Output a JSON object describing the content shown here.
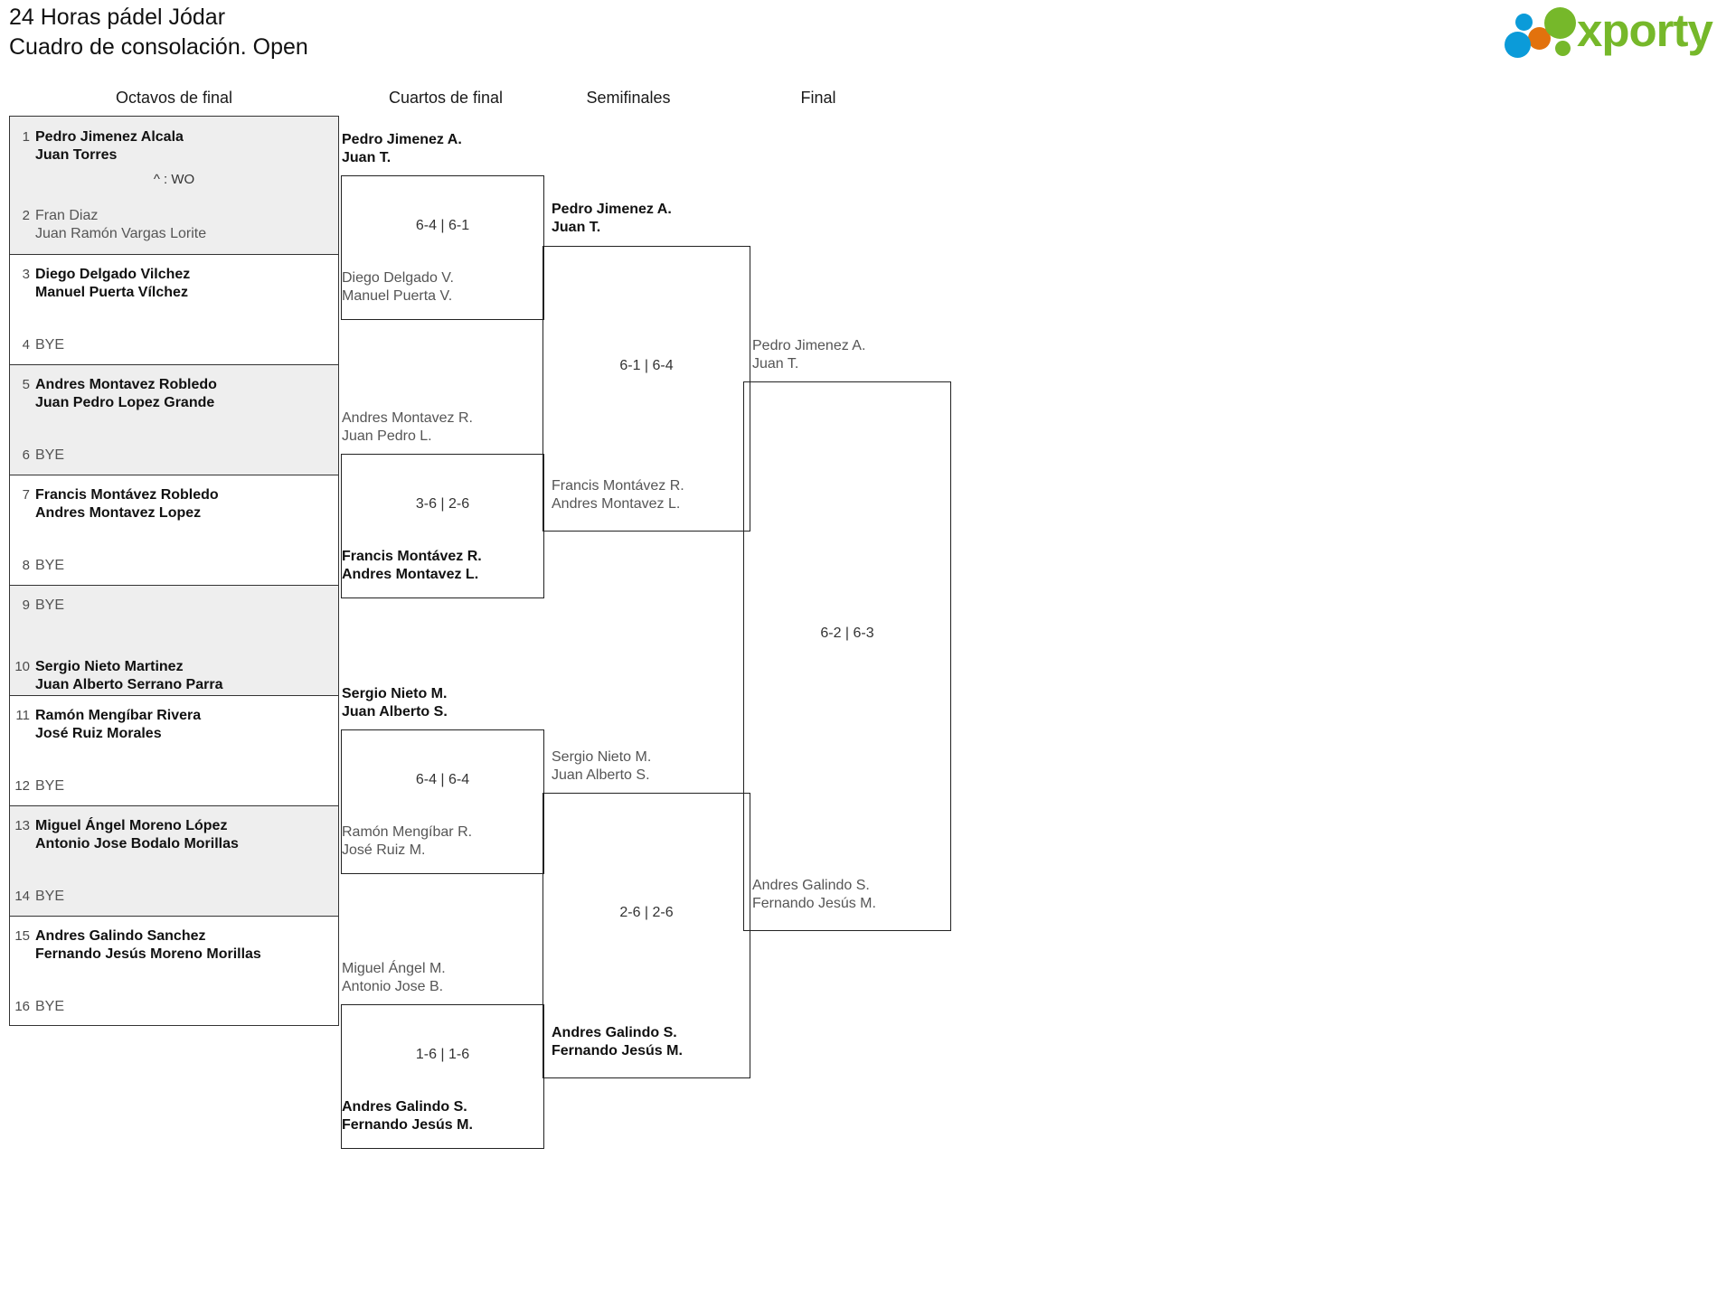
{
  "header": {
    "title_line1": "24 Horas pádel Jódar",
    "title_line2": "Cuadro de consolación. Open",
    "logo_text": "xporty"
  },
  "rounds": [
    {
      "label": "Octavos de final"
    },
    {
      "label": "Cuartos de final"
    },
    {
      "label": "Semifinales"
    },
    {
      "label": "Final"
    }
  ],
  "round16": {
    "matches": [
      {
        "note": "^ : WO",
        "top": {
          "seed": "1",
          "p1": "Pedro Jimenez Alcala",
          "p2": "Juan Torres",
          "state": "win"
        },
        "bottom": {
          "seed": "2",
          "p1": "Fran Diaz",
          "p2": "Juan Ramón Vargas Lorite",
          "state": "lose"
        }
      },
      {
        "note": "",
        "top": {
          "seed": "3",
          "p1": "Diego Delgado Vilchez",
          "p2": "Manuel Puerta Vílchez",
          "state": "win"
        },
        "bottom": {
          "seed": "4",
          "p1": "BYE",
          "p2": "",
          "state": "bye"
        }
      },
      {
        "note": "",
        "top": {
          "seed": "5",
          "p1": "Andres Montavez Robledo",
          "p2": "Juan Pedro Lopez Grande",
          "state": "win"
        },
        "bottom": {
          "seed": "6",
          "p1": "BYE",
          "p2": "",
          "state": "bye"
        }
      },
      {
        "note": "",
        "top": {
          "seed": "7",
          "p1": "Francis Montávez Robledo",
          "p2": "Andres Montavez Lopez",
          "state": "win"
        },
        "bottom": {
          "seed": "8",
          "p1": "BYE",
          "p2": "",
          "state": "bye"
        }
      },
      {
        "note": "",
        "top": {
          "seed": "9",
          "p1": "BYE",
          "p2": "",
          "state": "bye"
        },
        "bottom": {
          "seed": "10",
          "p1": "Sergio Nieto Martinez",
          "p2": "Juan Alberto Serrano Parra",
          "state": "win"
        }
      },
      {
        "note": "",
        "top": {
          "seed": "11",
          "p1": "Ramón Mengíbar Rivera",
          "p2": "José Ruiz Morales",
          "state": "win"
        },
        "bottom": {
          "seed": "12",
          "p1": "BYE",
          "p2": "",
          "state": "bye"
        }
      },
      {
        "note": "",
        "top": {
          "seed": "13",
          "p1": "Miguel Ángel Moreno López",
          "p2": "Antonio Jose Bodalo Morillas",
          "state": "win"
        },
        "bottom": {
          "seed": "14",
          "p1": "BYE",
          "p2": "",
          "state": "bye"
        }
      },
      {
        "note": "",
        "top": {
          "seed": "15",
          "p1": "Andres Galindo Sanchez",
          "p2": "Fernando Jesús Moreno Morillas",
          "state": "win"
        },
        "bottom": {
          "seed": "16",
          "p1": "BYE",
          "p2": "",
          "state": "bye"
        }
      }
    ]
  },
  "quarters": {
    "matches": [
      {
        "score": "6-4 | 6-1",
        "top": {
          "p1": "Pedro Jimenez A.",
          "p2": "Juan T.",
          "state": "win"
        },
        "bottom": {
          "p1": "Diego Delgado V.",
          "p2": "Manuel Puerta V.",
          "state": "lose"
        }
      },
      {
        "score": "3-6 | 2-6",
        "top": {
          "p1": "Andres Montavez R.",
          "p2": "Juan Pedro L.",
          "state": "lose"
        },
        "bottom": {
          "p1": "Francis Montávez R.",
          "p2": "Andres Montavez L.",
          "state": "win"
        }
      },
      {
        "score": "6-4 | 6-4",
        "top": {
          "p1": "Sergio Nieto M.",
          "p2": "Juan Alberto S.",
          "state": "win"
        },
        "bottom": {
          "p1": "Ramón Mengíbar R.",
          "p2": "José Ruiz M.",
          "state": "lose"
        }
      },
      {
        "score": "1-6 | 1-6",
        "top": {
          "p1": "Miguel Ángel M.",
          "p2": "Antonio Jose B.",
          "state": "lose"
        },
        "bottom": {
          "p1": "Andres Galindo S.",
          "p2": "Fernando Jesús M.",
          "state": "win"
        }
      }
    ]
  },
  "semis": {
    "matches": [
      {
        "score": "6-1 | 6-4",
        "top": {
          "p1": "Pedro Jimenez A.",
          "p2": "Juan T.",
          "state": "win"
        },
        "bottom": {
          "p1": "Francis Montávez R.",
          "p2": "Andres Montavez L.",
          "state": "lose"
        }
      },
      {
        "score": "2-6 | 2-6",
        "top": {
          "p1": "Sergio Nieto M.",
          "p2": "Juan Alberto S.",
          "state": "lose"
        },
        "bottom": {
          "p1": "Andres Galindo S.",
          "p2": "Fernando Jesús M.",
          "state": "win"
        }
      }
    ]
  },
  "final": {
    "matches": [
      {
        "score": "6-2 | 6-3",
        "top": {
          "p1": "Pedro Jimenez A.",
          "p2": "Juan T.",
          "state": "lose"
        },
        "bottom": {
          "p1": "Andres Galindo S.",
          "p2": "Fernando Jesús M.",
          "state": "lose"
        }
      }
    ]
  }
}
